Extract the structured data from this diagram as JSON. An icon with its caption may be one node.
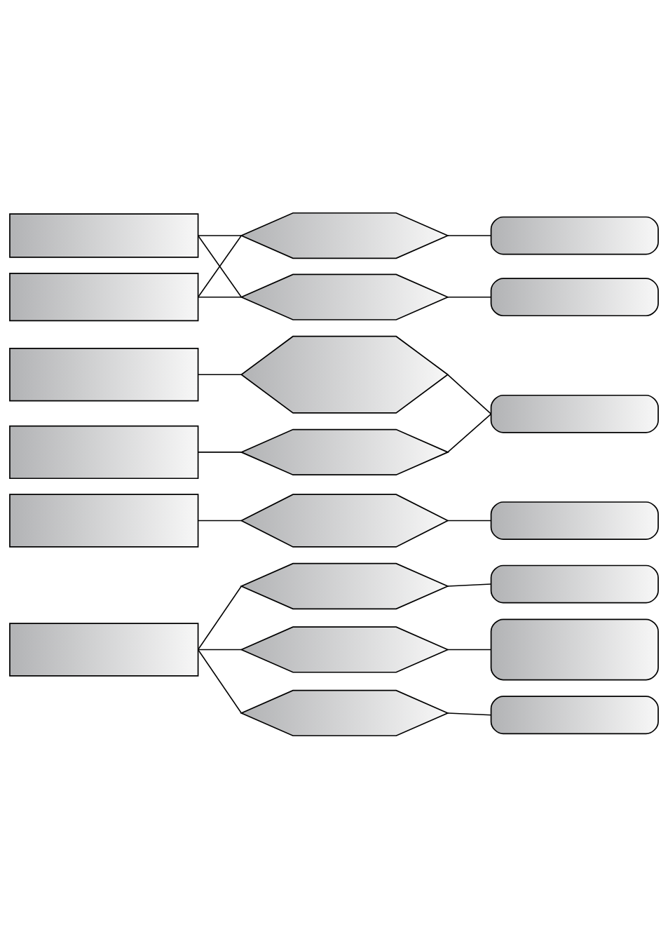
{
  "diagram": {
    "nodes": [
      {
        "text": [],
        "shape": "box"
      },
      {
        "text": [],
        "shape": "box"
      },
      {
        "text": [],
        "shape": "box"
      },
      {
        "text": [],
        "shape": "box"
      },
      {
        "text": [],
        "shape": "box"
      },
      {
        "text": [],
        "shape": "box"
      },
      {
        "text": [],
        "shape": "hexagon"
      },
      {
        "text": [],
        "shape": "hexagon"
      },
      {
        "text": [],
        "shape": "hexagon"
      },
      {
        "text": [],
        "shape": "hexagon"
      },
      {
        "text": [],
        "shape": "hexagon"
      },
      {
        "text": [],
        "shape": "hexagon"
      },
      {
        "text": [],
        "shape": "hexagon"
      },
      {
        "text": [],
        "shape": "hexagon"
      },
      {
        "text": [],
        "shape": "box"
      },
      {
        "text": [],
        "shape": "box"
      },
      {
        "text": [],
        "shape": "box"
      },
      {
        "text": [],
        "shape": "box"
      },
      {
        "text": [],
        "shape": "box"
      },
      {
        "text": [],
        "shape": "box"
      },
      {
        "text": [],
        "shape": "box"
      }
    ],
    "edges": [
      {
        "from": 0,
        "to": 6,
        "arrow": "none"
      },
      {
        "from": 0,
        "to": 7,
        "arrow": "none"
      },
      {
        "from": 1,
        "to": 6,
        "arrow": "none"
      },
      {
        "from": 1,
        "to": 7,
        "arrow": "none"
      },
      {
        "from": 2,
        "to": 8,
        "arrow": "none"
      },
      {
        "from": 3,
        "to": 9,
        "arrow": "none"
      },
      {
        "from": 4,
        "to": 10,
        "arrow": "none"
      },
      {
        "from": 5,
        "to": 11,
        "arrow": "none"
      },
      {
        "from": 5,
        "to": 12,
        "arrow": "none"
      },
      {
        "from": 5,
        "to": 13,
        "arrow": "none"
      },
      {
        "from": 6,
        "to": 14,
        "arrow": "none"
      },
      {
        "from": 7,
        "to": 15,
        "arrow": "none"
      },
      {
        "from": 8,
        "to": 16,
        "arrow": "none"
      },
      {
        "from": 9,
        "to": 16,
        "arrow": "none"
      },
      {
        "from": 10,
        "to": 17,
        "arrow": "none"
      },
      {
        "from": 11,
        "to": 18,
        "arrow": "none"
      },
      {
        "from": 12,
        "to": 19,
        "arrow": "none"
      },
      {
        "from": 13,
        "to": 20,
        "arrow": "none"
      }
    ]
  }
}
